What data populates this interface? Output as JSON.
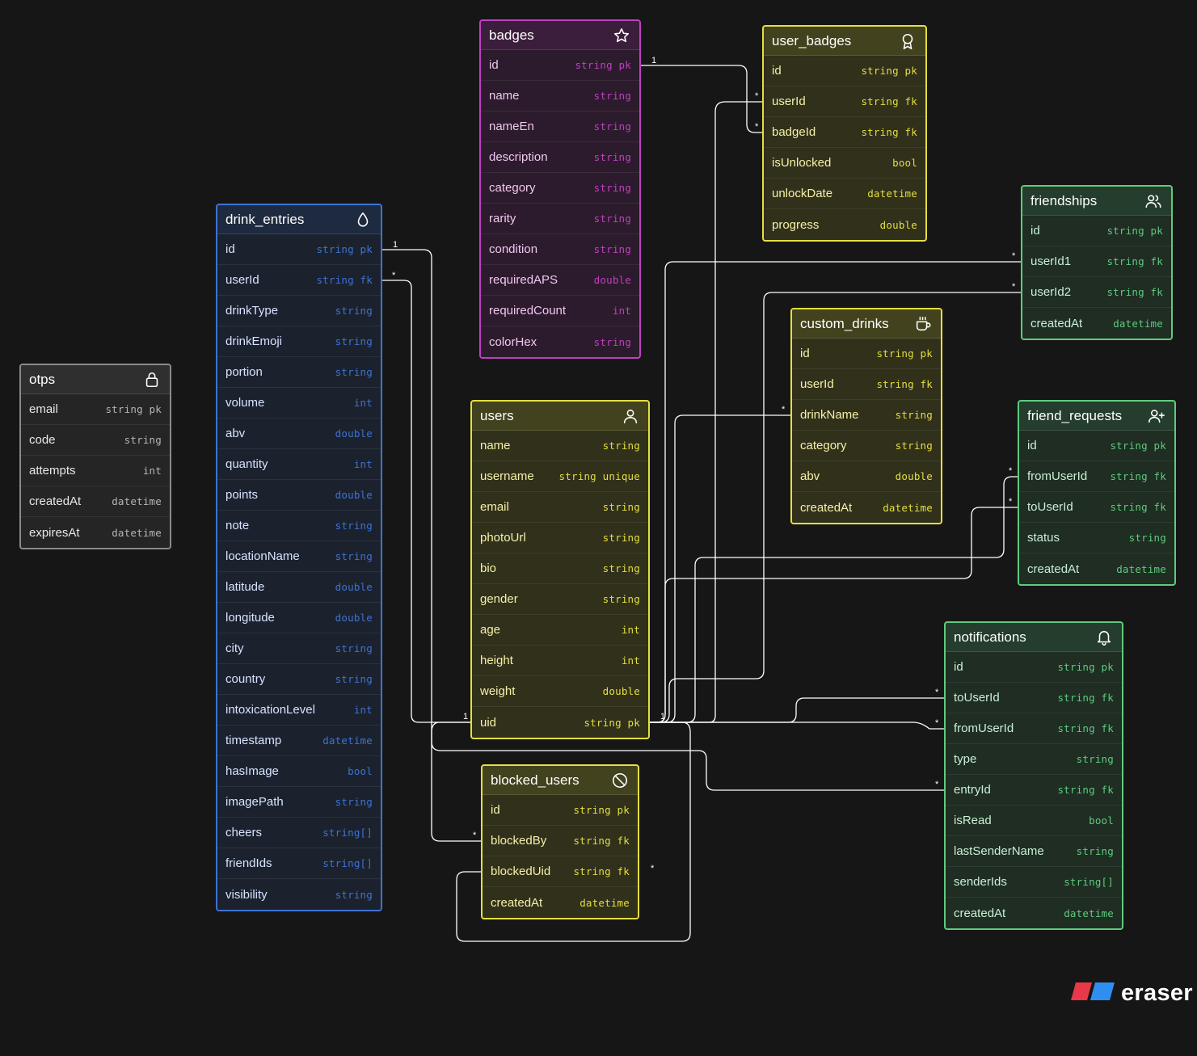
{
  "colors": {
    "background": "#161616",
    "line": "#ffffff",
    "gray": "#8a8a8a",
    "blue": "#3e72d3",
    "magenta": "#c03fc4",
    "yellow": "#e4df3f",
    "green": "#5fcb7e"
  },
  "tables": [
    {
      "id": "otps",
      "name": "otps",
      "icon": "lock-icon",
      "color": "#8a8a8a",
      "fields": [
        {
          "name": "email",
          "type": "string",
          "key": "pk"
        },
        {
          "name": "code",
          "type": "string",
          "key": ""
        },
        {
          "name": "attempts",
          "type": "int",
          "key": ""
        },
        {
          "name": "createdAt",
          "type": "datetime",
          "key": ""
        },
        {
          "name": "expiresAt",
          "type": "datetime",
          "key": ""
        }
      ]
    },
    {
      "id": "drink_entries",
      "name": "drink_entries",
      "icon": "droplet-icon",
      "color": "#3e72d3",
      "fields": [
        {
          "name": "id",
          "type": "string",
          "key": "pk"
        },
        {
          "name": "userId",
          "type": "string",
          "key": "fk"
        },
        {
          "name": "drinkType",
          "type": "string",
          "key": ""
        },
        {
          "name": "drinkEmoji",
          "type": "string",
          "key": ""
        },
        {
          "name": "portion",
          "type": "string",
          "key": ""
        },
        {
          "name": "volume",
          "type": "int",
          "key": ""
        },
        {
          "name": "abv",
          "type": "double",
          "key": ""
        },
        {
          "name": "quantity",
          "type": "int",
          "key": ""
        },
        {
          "name": "points",
          "type": "double",
          "key": ""
        },
        {
          "name": "note",
          "type": "string",
          "key": ""
        },
        {
          "name": "locationName",
          "type": "string",
          "key": ""
        },
        {
          "name": "latitude",
          "type": "double",
          "key": ""
        },
        {
          "name": "longitude",
          "type": "double",
          "key": ""
        },
        {
          "name": "city",
          "type": "string",
          "key": ""
        },
        {
          "name": "country",
          "type": "string",
          "key": ""
        },
        {
          "name": "intoxicationLevel",
          "type": "int",
          "key": ""
        },
        {
          "name": "timestamp",
          "type": "datetime",
          "key": ""
        },
        {
          "name": "hasImage",
          "type": "bool",
          "key": ""
        },
        {
          "name": "imagePath",
          "type": "string",
          "key": ""
        },
        {
          "name": "cheers",
          "type": "string[]",
          "key": ""
        },
        {
          "name": "friendIds",
          "type": "string[]",
          "key": ""
        },
        {
          "name": "visibility",
          "type": "string",
          "key": ""
        }
      ]
    },
    {
      "id": "badges",
      "name": "badges",
      "icon": "star-icon",
      "color": "#c03fc4",
      "fields": [
        {
          "name": "id",
          "type": "string",
          "key": "pk"
        },
        {
          "name": "name",
          "type": "string",
          "key": ""
        },
        {
          "name": "nameEn",
          "type": "string",
          "key": ""
        },
        {
          "name": "description",
          "type": "string",
          "key": ""
        },
        {
          "name": "category",
          "type": "string",
          "key": ""
        },
        {
          "name": "rarity",
          "type": "string",
          "key": ""
        },
        {
          "name": "condition",
          "type": "string",
          "key": ""
        },
        {
          "name": "requiredAPS",
          "type": "double",
          "key": ""
        },
        {
          "name": "requiredCount",
          "type": "int",
          "key": ""
        },
        {
          "name": "colorHex",
          "type": "string",
          "key": ""
        }
      ]
    },
    {
      "id": "users",
      "name": "users",
      "icon": "user-icon",
      "color": "#e4df3f",
      "fields": [
        {
          "name": "name",
          "type": "string",
          "key": ""
        },
        {
          "name": "username",
          "type": "string",
          "key": "unique"
        },
        {
          "name": "email",
          "type": "string",
          "key": ""
        },
        {
          "name": "photoUrl",
          "type": "string",
          "key": ""
        },
        {
          "name": "bio",
          "type": "string",
          "key": ""
        },
        {
          "name": "gender",
          "type": "string",
          "key": ""
        },
        {
          "name": "age",
          "type": "int",
          "key": ""
        },
        {
          "name": "height",
          "type": "int",
          "key": ""
        },
        {
          "name": "weight",
          "type": "double",
          "key": ""
        },
        {
          "name": "uid",
          "type": "string",
          "key": "pk"
        }
      ]
    },
    {
      "id": "blocked_users",
      "name": "blocked_users",
      "icon": "block-icon",
      "color": "#e4df3f",
      "fields": [
        {
          "name": "id",
          "type": "string",
          "key": "pk"
        },
        {
          "name": "blockedBy",
          "type": "string",
          "key": "fk"
        },
        {
          "name": "blockedUid",
          "type": "string",
          "key": "fk"
        },
        {
          "name": "createdAt",
          "type": "datetime",
          "key": ""
        }
      ]
    },
    {
      "id": "user_badges",
      "name": "user_badges",
      "icon": "award-icon",
      "color": "#e4df3f",
      "fields": [
        {
          "name": "id",
          "type": "string",
          "key": "pk"
        },
        {
          "name": "userId",
          "type": "string",
          "key": "fk"
        },
        {
          "name": "badgeId",
          "type": "string",
          "key": "fk"
        },
        {
          "name": "isUnlocked",
          "type": "bool",
          "key": ""
        },
        {
          "name": "unlockDate",
          "type": "datetime",
          "key": ""
        },
        {
          "name": "progress",
          "type": "double",
          "key": ""
        }
      ]
    },
    {
      "id": "custom_drinks",
      "name": "custom_drinks",
      "icon": "coffee-icon",
      "color": "#e4df3f",
      "fields": [
        {
          "name": "id",
          "type": "string",
          "key": "pk"
        },
        {
          "name": "userId",
          "type": "string",
          "key": "fk"
        },
        {
          "name": "drinkName",
          "type": "string",
          "key": ""
        },
        {
          "name": "category",
          "type": "string",
          "key": ""
        },
        {
          "name": "abv",
          "type": "double",
          "key": ""
        },
        {
          "name": "createdAt",
          "type": "datetime",
          "key": ""
        }
      ]
    },
    {
      "id": "friendships",
      "name": "friendships",
      "icon": "users-icon",
      "color": "#5fcb7e",
      "fields": [
        {
          "name": "id",
          "type": "string",
          "key": "pk"
        },
        {
          "name": "userId1",
          "type": "string",
          "key": "fk"
        },
        {
          "name": "userId2",
          "type": "string",
          "key": "fk"
        },
        {
          "name": "createdAt",
          "type": "datetime",
          "key": ""
        }
      ]
    },
    {
      "id": "friend_requests",
      "name": "friend_requests",
      "icon": "user-plus-icon",
      "color": "#5fcb7e",
      "fields": [
        {
          "name": "id",
          "type": "string",
          "key": "pk"
        },
        {
          "name": "fromUserId",
          "type": "string",
          "key": "fk"
        },
        {
          "name": "toUserId",
          "type": "string",
          "key": "fk"
        },
        {
          "name": "status",
          "type": "string",
          "key": ""
        },
        {
          "name": "createdAt",
          "type": "datetime",
          "key": ""
        }
      ]
    },
    {
      "id": "notifications",
      "name": "notifications",
      "icon": "bell-icon",
      "color": "#5fcb7e",
      "fields": [
        {
          "name": "id",
          "type": "string",
          "key": "pk"
        },
        {
          "name": "toUserId",
          "type": "string",
          "key": "fk"
        },
        {
          "name": "fromUserId",
          "type": "string",
          "key": "fk"
        },
        {
          "name": "type",
          "type": "string",
          "key": ""
        },
        {
          "name": "entryId",
          "type": "string",
          "key": "fk"
        },
        {
          "name": "isRead",
          "type": "bool",
          "key": ""
        },
        {
          "name": "lastSenderName",
          "type": "string",
          "key": ""
        },
        {
          "name": "senderIds",
          "type": "string[]",
          "key": ""
        },
        {
          "name": "createdAt",
          "type": "datetime",
          "key": ""
        }
      ]
    }
  ],
  "relations": [
    {
      "from": "user_badges.userId",
      "to": "users.uid",
      "card_from": "*",
      "card_to": "1"
    },
    {
      "from": "user_badges.badgeId",
      "to": "badges.id",
      "card_from": "*",
      "card_to": "1"
    },
    {
      "from": "drink_entries.userId",
      "to": "users.uid",
      "card_from": "*",
      "card_to": "1"
    },
    {
      "from": "notifications.entryId",
      "to": "drink_entries.id",
      "card_from": "*",
      "card_to": "1"
    },
    {
      "from": "blocked_users.blockedBy",
      "to": "users.uid",
      "card_from": "*",
      "card_to": "1"
    },
    {
      "from": "blocked_users.blockedUid",
      "to": "users.uid",
      "card_from": "*",
      "card_to": "1"
    },
    {
      "from": "custom_drinks.userId",
      "to": "users.uid",
      "card_from": "*",
      "card_to": "1"
    },
    {
      "from": "friendships.userId1",
      "to": "users.uid",
      "card_from": "*",
      "card_to": "1"
    },
    {
      "from": "friendships.userId2",
      "to": "users.uid",
      "card_from": "*",
      "card_to": "1"
    },
    {
      "from": "friend_requests.fromUserId",
      "to": "users.uid",
      "card_from": "*",
      "card_to": "1"
    },
    {
      "from": "friend_requests.toUserId",
      "to": "users.uid",
      "card_from": "*",
      "card_to": "1"
    },
    {
      "from": "notifications.toUserId",
      "to": "users.uid",
      "card_from": "*",
      "card_to": "1"
    },
    {
      "from": "notifications.fromUserId",
      "to": "users.uid",
      "card_from": "*",
      "card_to": "1"
    }
  ],
  "brand": {
    "name": "eraser",
    "icon": "eraser-logo-icon"
  }
}
